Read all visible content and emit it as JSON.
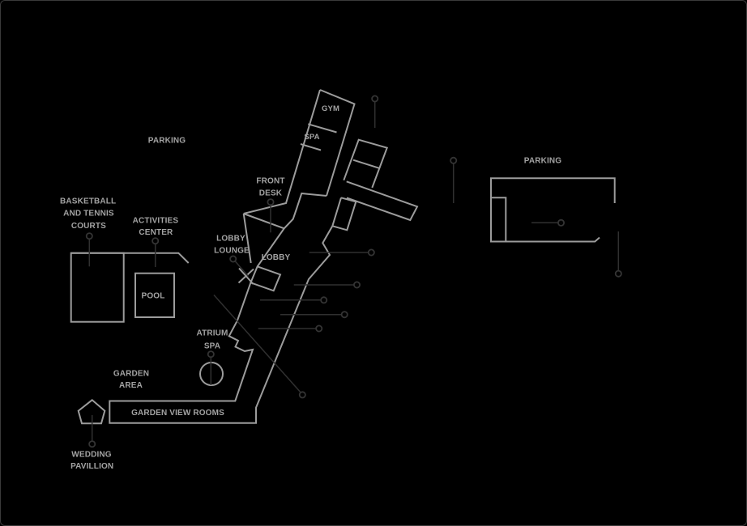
{
  "map": {
    "description": "Resort site map",
    "colors": {
      "background": "#000000",
      "building_outline": "#9c9c9c",
      "marker": "#303030",
      "label_text": "#a3a3a3",
      "frame_border": "#3a3a3a"
    },
    "labels": {
      "parking_left": "PARKING",
      "parking_right": "PARKING",
      "gym": "GYM",
      "spa": "SPA",
      "front_desk": {
        "l1": "FRONT",
        "l2": "DESK"
      },
      "lobby_lounge": {
        "l1": "LOBBY",
        "l2": "LOUNGE"
      },
      "lobby": "LOBBY",
      "courts": {
        "l1": "BASKETBALL",
        "l2": "AND TENNIS",
        "l3": "COURTS"
      },
      "activities": {
        "l1": "ACTIVITIES",
        "l2": "CENTER"
      },
      "pool": "POOL",
      "atrium_spa": {
        "l1": "ATRIUM",
        "l2": "SPA"
      },
      "garden_area": {
        "l1": "GARDEN",
        "l2": "AREA"
      },
      "garden_view_rooms": "GARDEN VIEW ROOMS",
      "wedding_pavillion": {
        "l1": "WEDDING",
        "l2": "PAVILLION"
      }
    }
  }
}
